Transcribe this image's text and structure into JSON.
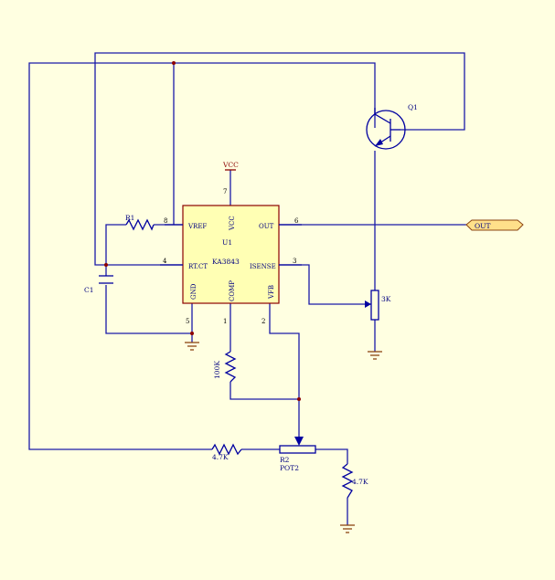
{
  "power": {
    "vcc_label": "VCC",
    "vcc_pin": "7"
  },
  "ic": {
    "designator": "U1",
    "part": "KA3843",
    "pins": {
      "vref": {
        "label": "VREF",
        "num": "8"
      },
      "rtct": {
        "label": "RT.CT",
        "num": "4"
      },
      "gnd": {
        "label": "GND",
        "num": "5"
      },
      "comp": {
        "label": "COMP",
        "num": "1"
      },
      "vfb": {
        "label": "VFB",
        "num": "2"
      },
      "isense": {
        "label": "ISENSE",
        "num": "3"
      },
      "out": {
        "label": "OUT",
        "num": "6"
      },
      "vcc": {
        "label": "VCC",
        "num": "7"
      }
    }
  },
  "components": {
    "r1": {
      "label": "R1"
    },
    "c1": {
      "label": "C1"
    },
    "q1": {
      "label": "Q1"
    },
    "r_sense": {
      "label": "3K"
    },
    "r_comp": {
      "label": "100K"
    },
    "r_input": {
      "label": "4.7K"
    },
    "pot": {
      "designator": "R2",
      "value": "POT2"
    },
    "r_lower": {
      "label": "4.7K"
    }
  },
  "ports": {
    "out": "OUT"
  }
}
